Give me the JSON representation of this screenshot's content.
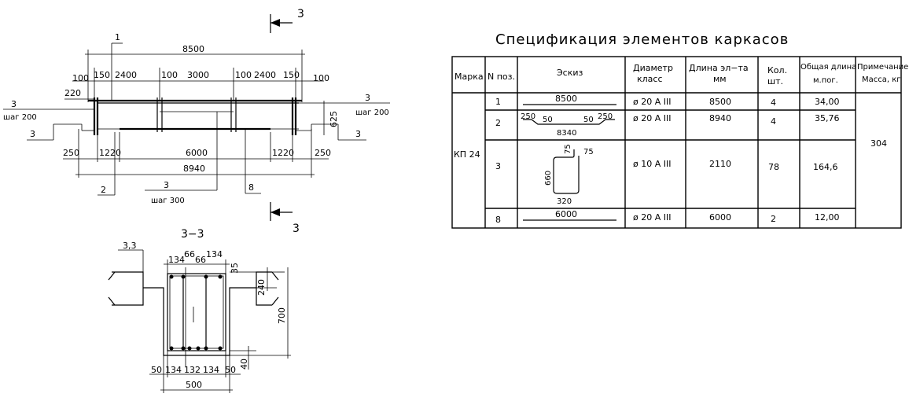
{
  "elevation": {
    "dim_overall_top": "8500",
    "dim_150_left": "150",
    "dim_2400_left": "2400",
    "dim_100_a": "100",
    "dim_3000": "3000",
    "dim_100_b": "100",
    "dim_2400_right": "2400",
    "dim_150_right": "150",
    "dim_100_left_outer": "100",
    "dim_100_right_outer": "100",
    "dim_220": "220",
    "dim_625": "625",
    "dim_250_left": "250",
    "dim_1220_left": "1220",
    "dim_6000": "6000",
    "dim_1220_right": "1220",
    "dim_250_right": "250",
    "dim_overall_bottom": "8940",
    "leader_1": "1",
    "leader_2": "2",
    "leader_3_bottom": "3",
    "leader_3_bottom_step": "шаг 300",
    "leader_8": "8",
    "leader_3_left": "3",
    "leader_3_left_step": "шаг 200",
    "leader_3_left_low": "3",
    "leader_3_right": "3",
    "leader_3_right_step": "шаг 200",
    "leader_3_right_low": "3",
    "section_mark_top": "3",
    "section_mark_bottom": "3"
  },
  "section": {
    "title": "3−3",
    "dim_3_3": "3,3",
    "dim_134_a": "134",
    "dim_66_a": "66",
    "dim_66_b": "66",
    "dim_134_b": "134",
    "dim_35": "35",
    "dim_240": "240",
    "dim_700": "700",
    "dim_40": "40",
    "dim_50_left": "50",
    "dim_134_c": "134",
    "dim_132": "132",
    "dim_134_d": "134",
    "dim_50_right": "50",
    "dim_500": "500"
  },
  "spec": {
    "title": "Спецификация элементов каркасов",
    "headers": {
      "mark": "Марка",
      "pos": "N поз.",
      "sketch": "Эскиз",
      "diam_1": "Диаметр",
      "diam_2": "класс",
      "len_1": "Длина эл−та",
      "len_2": "мм",
      "qty_1": "Кол.",
      "qty_2": "шт.",
      "total_1": "Общая длина",
      "total_2": "м.пог.",
      "note_1": "Примечание",
      "note_2": "Масса, кг"
    },
    "mark_value": "КП 24",
    "mass_value": "304",
    "rows": [
      {
        "pos": "1",
        "sketch": "8500",
        "diam": "ø 20 А III",
        "length": "8500",
        "qty": "4",
        "total": "34,00"
      },
      {
        "pos": "2",
        "sketch_a": "250",
        "sketch_b": "50",
        "sketch_c": "50",
        "sketch_d": "250",
        "sketch_e": "8340",
        "diam": "ø 20 А III",
        "length": "8940",
        "qty": "4",
        "total": "35,76"
      },
      {
        "pos": "3",
        "sketch_a": "75",
        "sketch_b": "75",
        "sketch_c": "660",
        "sketch_d": "320",
        "diam": "ø 10 А III",
        "length": "2110",
        "qty": "78",
        "total": "164,6"
      },
      {
        "pos": "8",
        "sketch": "6000",
        "diam": "ø 20 А III",
        "length": "6000",
        "qty": "2",
        "total": "12,00"
      }
    ]
  }
}
